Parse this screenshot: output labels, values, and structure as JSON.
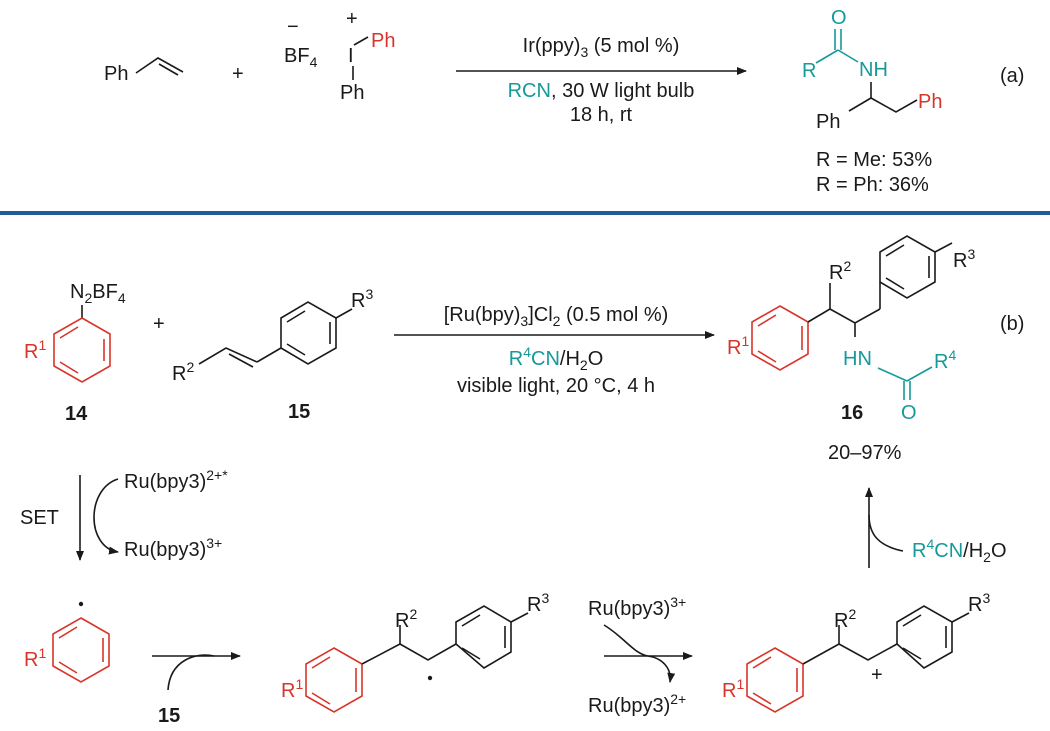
{
  "panel_a": {
    "styrene": {
      "ph": "Ph"
    },
    "plus": "+",
    "iodonium": {
      "counterion": "BF",
      "counterion_sub": "4",
      "iodine": "I",
      "ph_top": "Ph",
      "ph_bottom": "Ph"
    },
    "conditions": {
      "catalyst": "Ir(ppy)",
      "catalyst_sub": "3",
      "catalyst_rest": " (5 mol %)",
      "nitrile": "RCN",
      "line2_rest": ", 30 W light bulb",
      "line3": "18 h, rt"
    },
    "product": {
      "o": "O",
      "r": "R",
      "nh": "NH",
      "ph_left": "Ph",
      "ph_right": "Ph"
    },
    "yields": [
      "R = Me: 53%",
      "R = Ph: 36%"
    ],
    "label": "(a)"
  },
  "panel_b": {
    "cmpd14": {
      "n2bf4_a": "N",
      "n2bf4_b": "2",
      "n2bf4_c": "BF",
      "n2bf4_d": "4",
      "r": "R",
      "r_sup": "1",
      "label": "14"
    },
    "plus": "+",
    "cmpd15": {
      "r2": "R",
      "r2_sup": "2",
      "r3": "R",
      "r3_sup": "3",
      "label": "15"
    },
    "conditions": {
      "line1_a": "[Ru(bpy)",
      "line1_sub": "3",
      "line1_b": "]Cl",
      "line1_sub2": "2",
      "line1_c": " (0.5 mol %)",
      "line2_r": "R",
      "line2_sup": "4",
      "line2_cn": "CN",
      "line2_rest": "/H",
      "line2_sub": "2",
      "line2_o": "O",
      "line3": "visible light, 20 °C, 4 h"
    },
    "cmpd16": {
      "r1": "R",
      "r1_sup": "1",
      "r2": "R",
      "r2_sup": "2",
      "r3": "R",
      "r3_sup": "3",
      "hn": "HN",
      "r4": "R",
      "r4_sup": "4",
      "o": "O",
      "label": "16"
    },
    "yield": "20–97%",
    "label": "(b)",
    "mechanism": {
      "set": "SET",
      "ru_excited": "Ru(bpy3)",
      "ru_excited_sup": "2+*",
      "ru_3plus": "Ru(bpy3)",
      "ru_3plus_sup": "3+",
      "radical_r1": "R",
      "radical_r1_sup": "1",
      "add_label": "15",
      "int_r1": "R",
      "int_r1_sup": "1",
      "int_r2": "R",
      "int_r2_sup": "2",
      "int_r3": "R",
      "int_r3_sup": "3",
      "ox_top": "Ru(bpy3)",
      "ox_top_sup": "3+",
      "ox_bottom": "Ru(bpy3)",
      "ox_bottom_sup": "2+",
      "cat_r1": "R",
      "cat_r1_sup": "1",
      "cat_r2": "R",
      "cat_r2_sup": "2",
      "cat_r3": "R",
      "cat_r3_sup": "3",
      "cation": "+",
      "ritter_r": "R",
      "ritter_sup": "4",
      "ritter_cn": "CN",
      "ritter_rest": "/H",
      "ritter_sub": "2",
      "ritter_o": "O"
    }
  },
  "colors": {
    "reagent_red": "#d8352a",
    "nitrile_teal": "#16999a",
    "separator_blue": "#1f5c99"
  }
}
